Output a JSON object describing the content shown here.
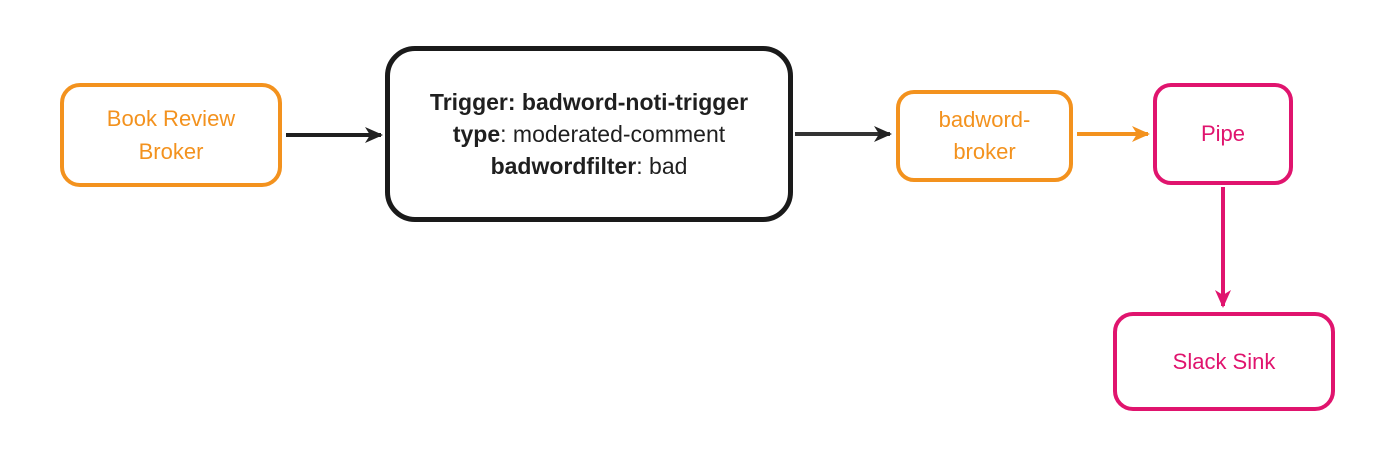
{
  "diagram": {
    "kind": "event-flow",
    "colors": {
      "orange": "#F3921E",
      "pink": "#E0146E",
      "black": "#1A1A1A"
    },
    "nodes": {
      "book_review_broker": {
        "label": "Book Review Broker"
      },
      "trigger": {
        "lines": [
          {
            "bold": "Trigger: badword-noti-trigger",
            "normal": ""
          },
          {
            "bold": "type",
            "normal": ": moderated-comment"
          },
          {
            "bold": "badwordfilter",
            "normal": ": bad"
          }
        ]
      },
      "badword_broker": {
        "label": "badword-broker"
      },
      "pipe": {
        "label": "Pipe"
      },
      "slack_sink": {
        "label": "Slack Sink"
      }
    },
    "edges": [
      {
        "from": "book_review_broker",
        "to": "trigger",
        "color": "black"
      },
      {
        "from": "trigger",
        "to": "badword_broker",
        "color": "black"
      },
      {
        "from": "badword_broker",
        "to": "pipe",
        "color": "orange"
      },
      {
        "from": "pipe",
        "to": "slack_sink",
        "color": "pink"
      }
    ]
  }
}
